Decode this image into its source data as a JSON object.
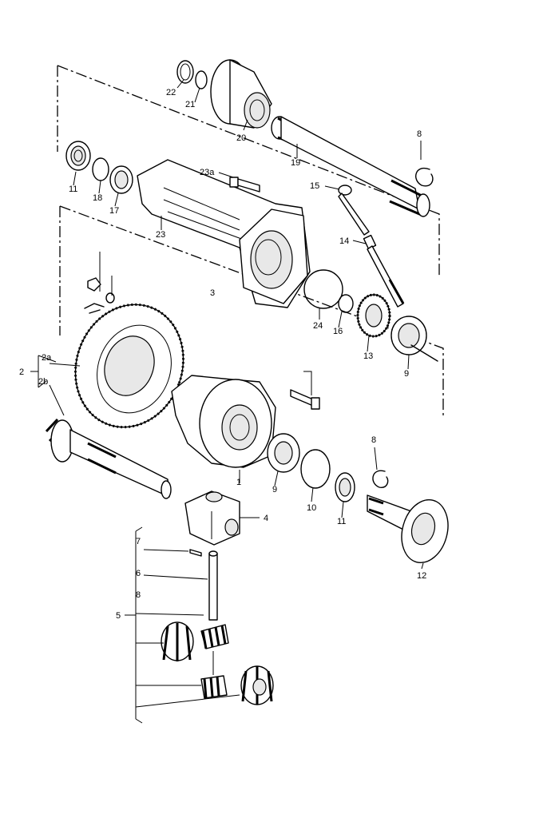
{
  "labels": {
    "l22": "22",
    "l21": "21",
    "l20": "20",
    "l19": "19",
    "l8a": "8",
    "l11a": "11",
    "l18": "18",
    "l17": "17",
    "l23a": "23a",
    "l15": "15",
    "l23": "23",
    "l14": "14",
    "l3": "3",
    "l24": "24",
    "l16": "16",
    "l13": "13",
    "l9a": "9",
    "l2": "2",
    "l2a": "2a",
    "l2b": "2b",
    "l1": "1",
    "l9b": "9",
    "l10": "10",
    "l11b": "11",
    "l8b": "8",
    "l12": "12",
    "l4": "4",
    "l7": "7",
    "l6": "6",
    "l8c": "8",
    "l5": "5"
  }
}
